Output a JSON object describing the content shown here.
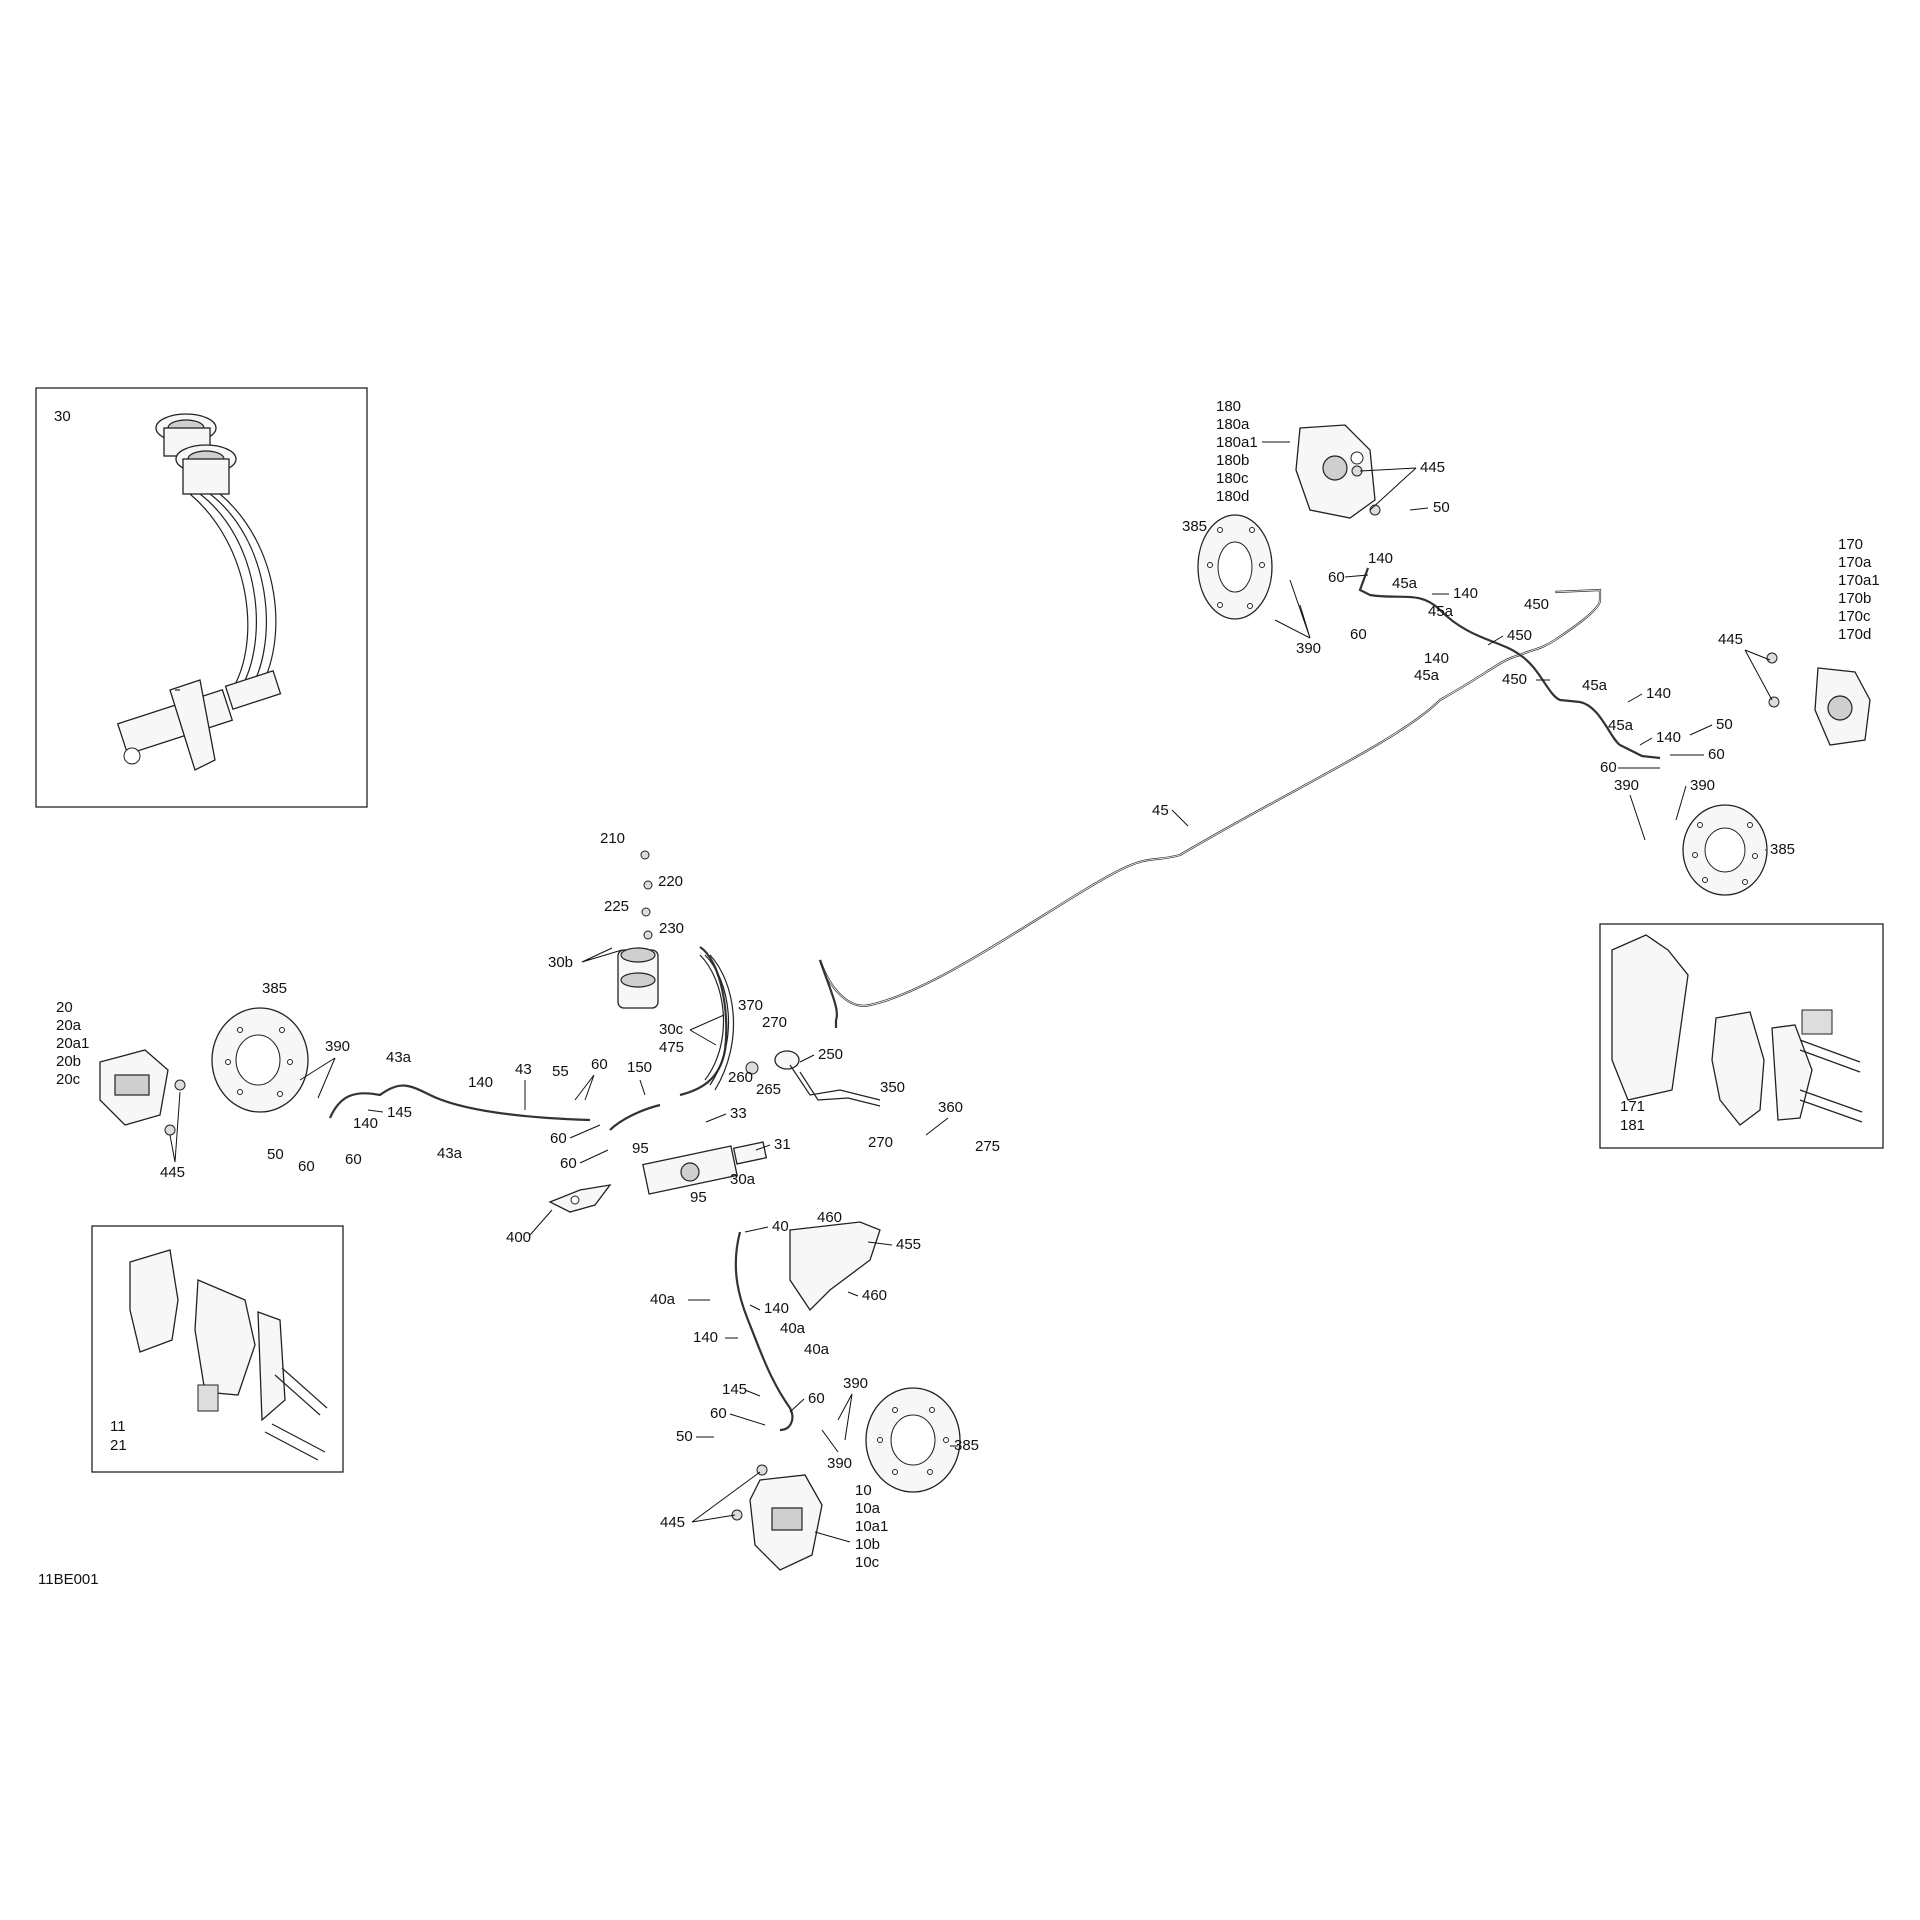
{
  "diagram_code": "11BE001",
  "insets": {
    "master_cylinder_assembly": {
      "label": "30"
    },
    "front_pad_kit": {
      "labels": [
        "11",
        "21"
      ]
    },
    "rear_pad_kit": {
      "labels": [
        "171",
        "181"
      ]
    }
  },
  "callouts": {
    "c180_group": [
      "180",
      "180a",
      "180a1",
      "180b",
      "180c",
      "180d"
    ],
    "c170_group": [
      "170",
      "170a",
      "170a1",
      "170b",
      "170c",
      "170d"
    ],
    "c20_group": [
      "20",
      "20a",
      "20a1",
      "20b",
      "20c"
    ],
    "c10_group": [
      "10",
      "10a",
      "10a1",
      "10b",
      "10c"
    ],
    "c30c_group": [
      "30c",
      "475"
    ],
    "p445_rr": "445",
    "p385_rr": "385",
    "p390_rr": "390",
    "p140_a": "140",
    "p50_rr": "50",
    "p60_a": "60",
    "p45a_a": "45a",
    "p140_b": "140",
    "p45a_b": "45a",
    "p60_b": "60",
    "p450_a": "450",
    "p450_b": "450",
    "p140_c": "140",
    "p45a_c": "45a",
    "p450_c": "450",
    "p45": "45",
    "p445_rl": "445",
    "p45a_d": "45a",
    "p140_d": "140",
    "p45a_e": "45a",
    "p50_rl": "50",
    "p140_e": "140",
    "p60_c": "60",
    "p60_d": "60",
    "p390_rl_a": "390",
    "p390_rl_b": "390",
    "p385_rl": "385",
    "p210": "210",
    "p220": "220",
    "p225": "225",
    "p230": "230",
    "p30b": "30b",
    "p385_fl": "385",
    "p390_fl": "390",
    "p43a_a": "43a",
    "p43": "43",
    "p55": "55",
    "p60_e": "60",
    "p150": "150",
    "p370": "370",
    "p270_a": "270",
    "p250": "250",
    "p260": "260",
    "p265": "265",
    "p350": "350",
    "p140_f": "140",
    "p145_a": "145",
    "p445_fl": "445",
    "p50_fl": "50",
    "p60_f": "60",
    "p60_g": "60",
    "p43a_b": "43a",
    "p60_h": "60",
    "p60_i": "60",
    "p33": "33",
    "p95_a": "95",
    "p31": "31",
    "p30a": "30a",
    "p95_b": "95",
    "p360": "360",
    "p270_b": "270",
    "p275": "275",
    "p400": "400",
    "p40": "40",
    "p460_a": "460",
    "p455": "455",
    "p40a_a": "40a",
    "p140_g": "140",
    "p460_b": "460",
    "p140_h": "140",
    "p40a_b": "40a",
    "p40a_c": "40a",
    "p145_b": "145",
    "p60_j": "60",
    "p60_k": "60",
    "p390_fr_a": "390",
    "p50_fr": "50",
    "p390_fr_b": "390",
    "p385_fr": "385",
    "p445_fr": "445"
  }
}
